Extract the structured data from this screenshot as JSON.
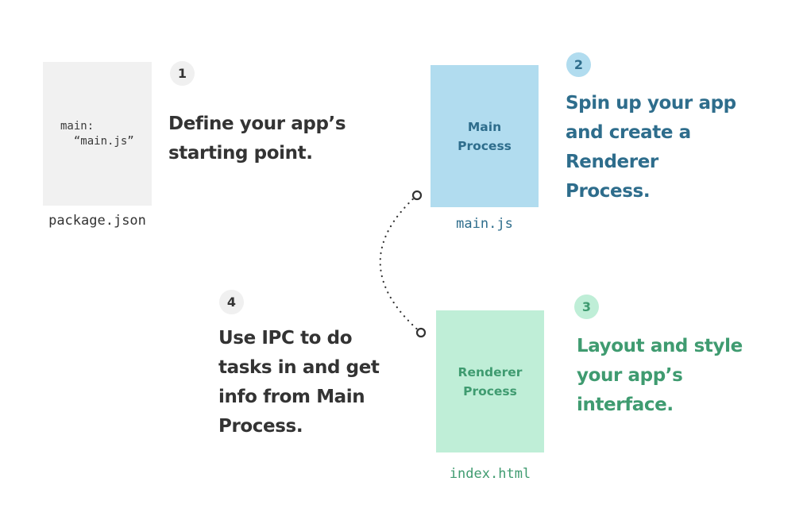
{
  "package_doc": {
    "code_lines": [
      "main:",
      "  “main.js”"
    ],
    "filename": "package.json"
  },
  "main_doc": {
    "label_lines": [
      "Main",
      "Process"
    ],
    "filename": "main.js",
    "color": "#b1dcef",
    "text_color": "#2e6d8c"
  },
  "renderer_doc": {
    "label_lines": [
      "Renderer",
      "Process"
    ],
    "filename": "index.html",
    "color": "#bfeed7",
    "text_color": "#3f9b70"
  },
  "steps": [
    {
      "number": "1",
      "lines": [
        "Define your app’s",
        "starting point."
      ]
    },
    {
      "number": "2",
      "lines": [
        "Spin up your app",
        "and create a",
        "Renderer",
        "Process."
      ]
    },
    {
      "number": "3",
      "lines": [
        "Layout and style",
        "your app’s",
        "interface."
      ]
    },
    {
      "number": "4",
      "lines": [
        "Use IPC to do",
        "tasks in and get",
        "info from Main",
        "Process."
      ]
    }
  ]
}
